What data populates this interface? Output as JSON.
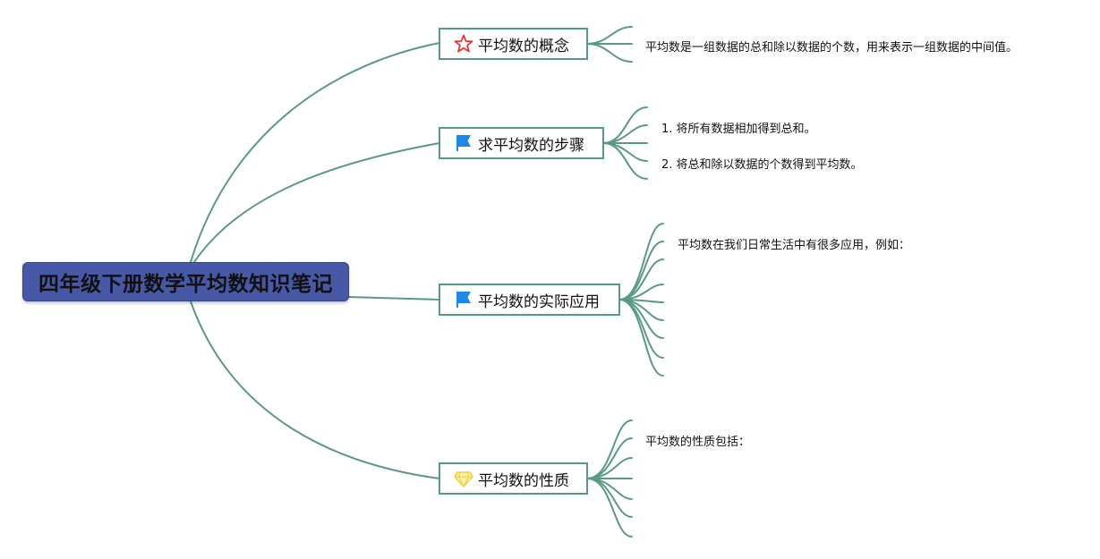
{
  "root": {
    "title": "四年级下册数学平均数知识笔记"
  },
  "branches": [
    {
      "label": "平均数的概念",
      "icon": "star-icon"
    },
    {
      "label": "求平均数的步骤",
      "icon": "blue-flag-icon"
    },
    {
      "label": "平均数的实际应用",
      "icon": "blue-flag-icon"
    },
    {
      "label": "平均数的性质",
      "icon": "diamond-icon"
    }
  ],
  "leaves": {
    "concept": "平均数是一组数据的总和除以数据的个数，用来表示一组数据的中间值。",
    "steps": [
      "1. 将所有数据相加得到总和。",
      "2. 将总和除以数据的个数得到平均数。"
    ],
    "application": "平均数在我们日常生活中有很多应用，例如：",
    "properties": "平均数的性质包括："
  },
  "colors": {
    "connector": "#5a9a82",
    "root_fill": "#4759a6",
    "star": "#e53935",
    "flag": "#1e88e5",
    "diamond": "#f4d03f"
  }
}
